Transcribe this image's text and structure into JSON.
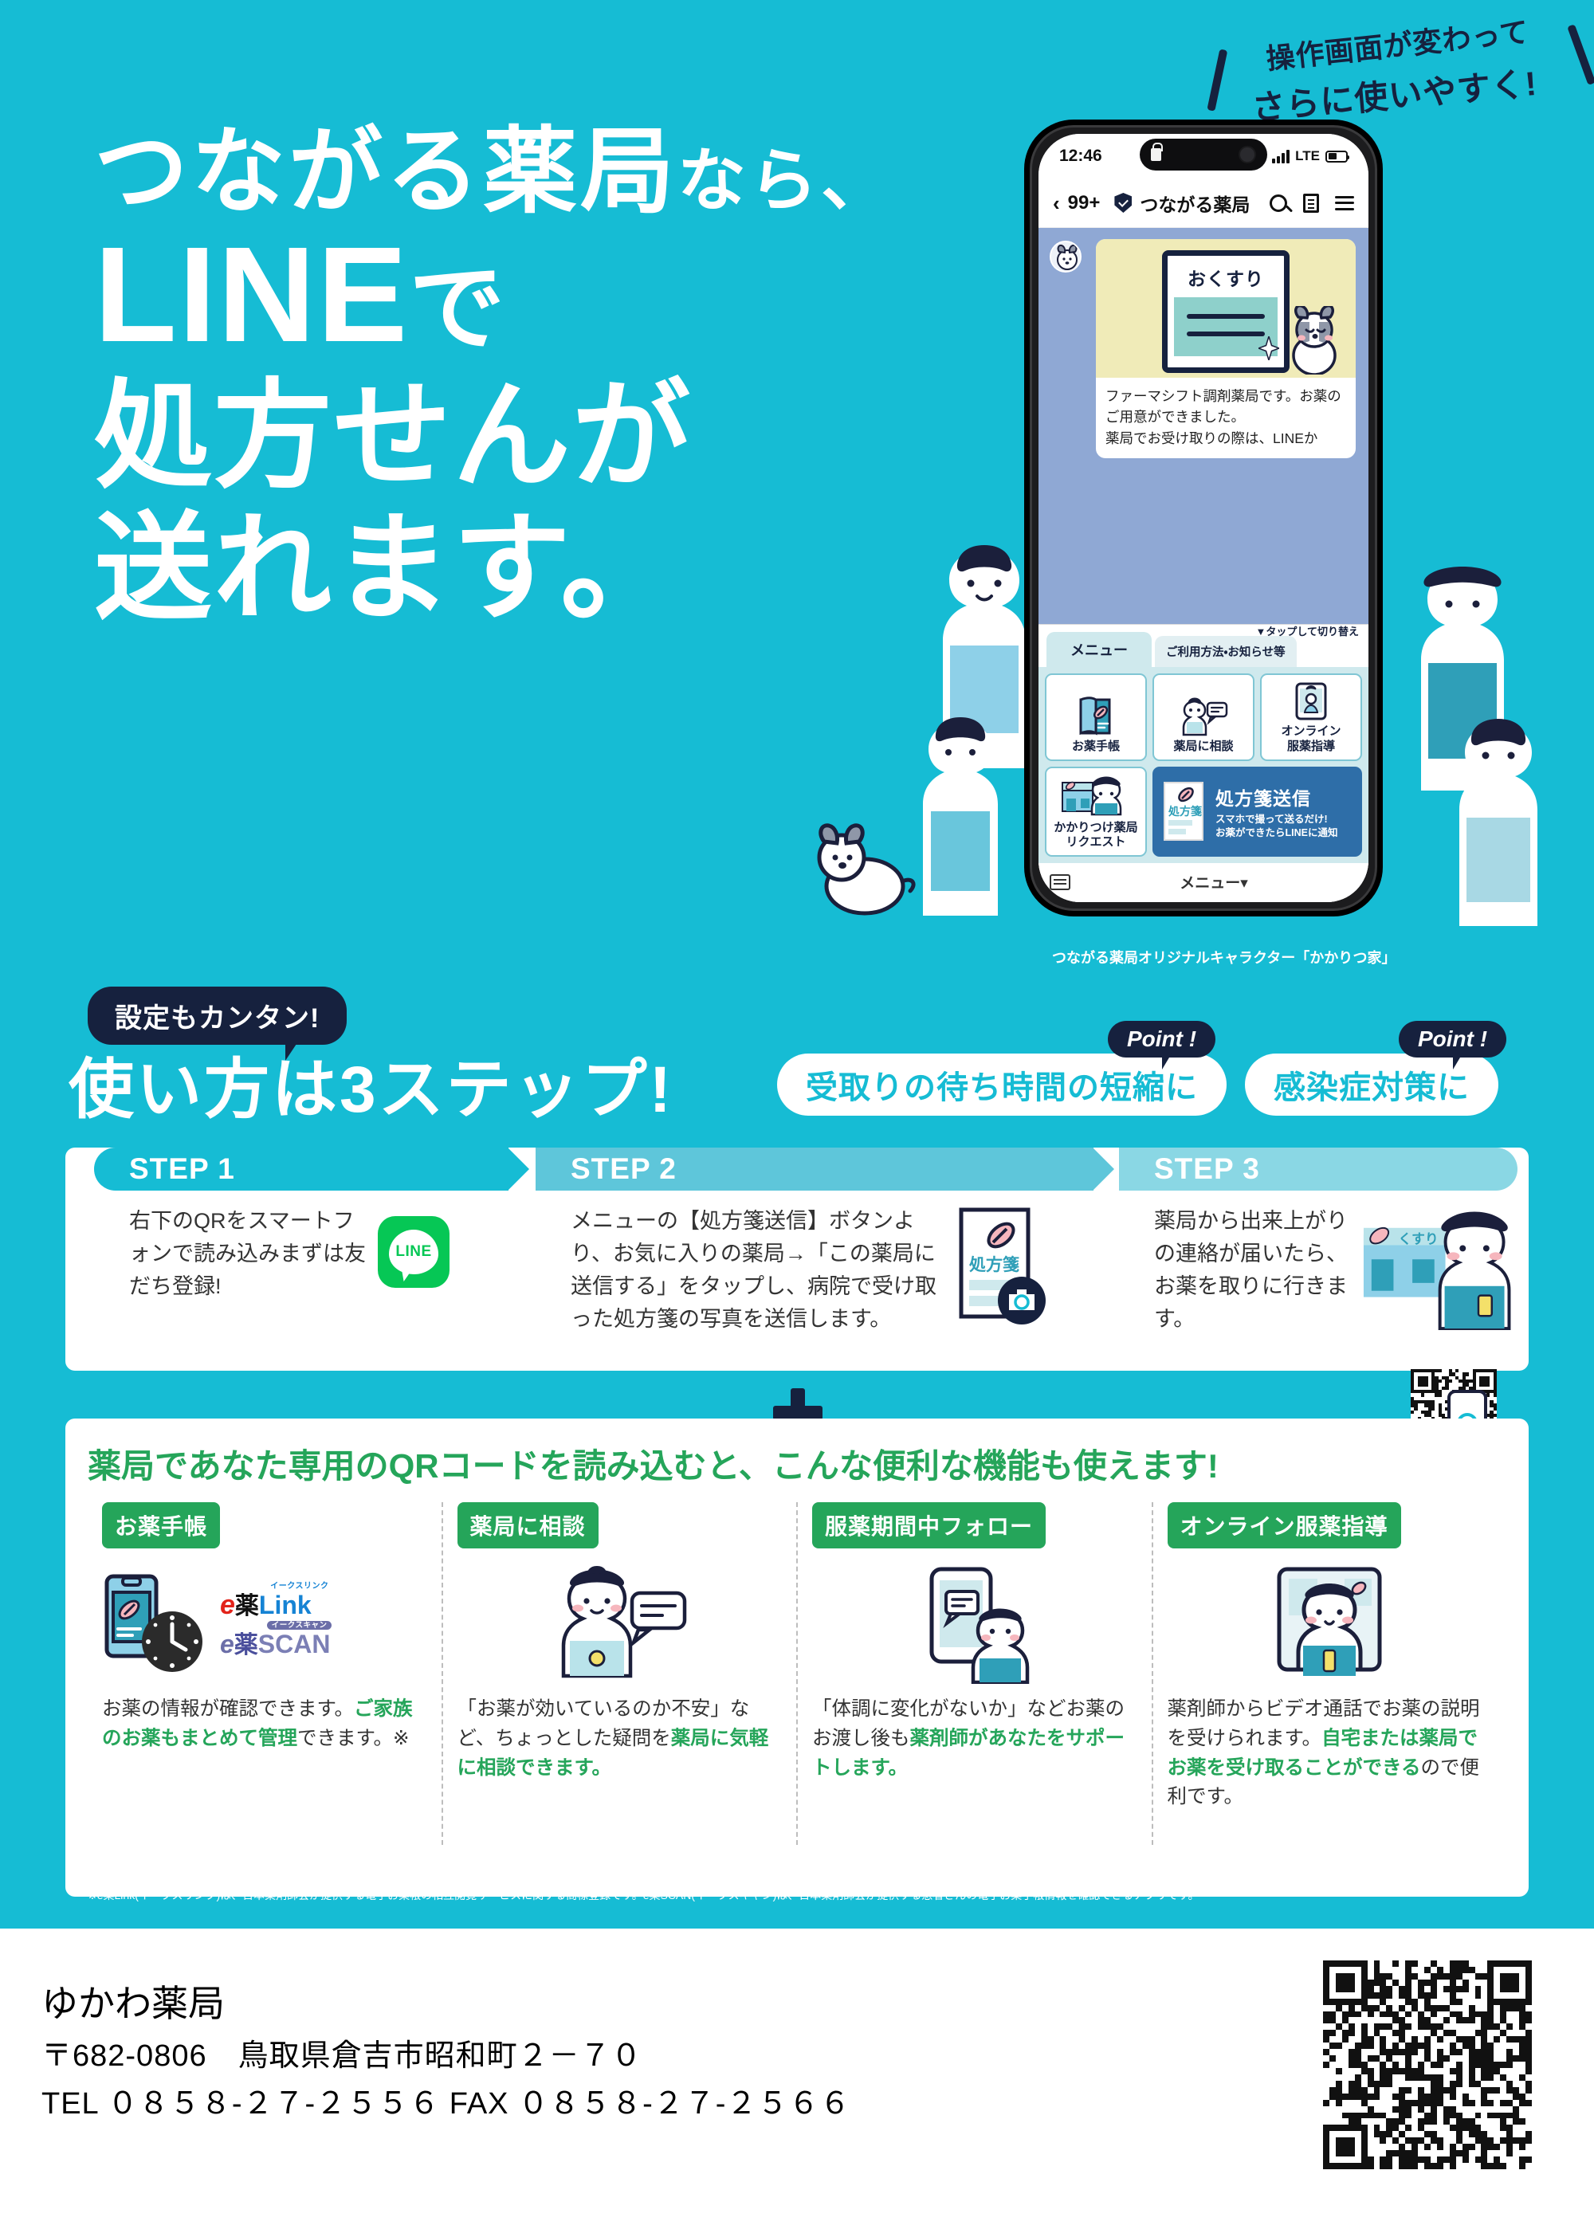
{
  "hero": {
    "tagline_line1": "操作画面が変わって",
    "tagline_line2": "さらに使いやすく!",
    "headline_line1_main": "つながる薬局",
    "headline_line1_suffix": "なら、",
    "headline_line2_main": "LINE",
    "headline_line2_kana": "で",
    "headline_line3": "処方せんが",
    "headline_line4": "送れます。",
    "character_caption": "つながる薬局オリジナルキャラクター「かかりつ家」"
  },
  "phone": {
    "status": {
      "time": "12:46",
      "network": "LTE"
    },
    "appbar": {
      "back": "‹",
      "unread": "99+",
      "title": "つながる薬局"
    },
    "chat": {
      "card_title": "おくすり",
      "message": "ファーマシフト調剤薬局です。お薬のご用意ができました。\n薬局でお受け取りの際は、LINEか"
    },
    "menu": {
      "hint": "▼タップして切り替え",
      "tab_active": "メニュー",
      "tab_alt": "ご利用方法・お知らせ等",
      "items": [
        {
          "label": "お薬手帳"
        },
        {
          "label": "薬局に相談"
        },
        {
          "label": "オンライン\n服薬指導"
        },
        {
          "label": "かかりつけ薬局\nリクエスト"
        }
      ],
      "featured": {
        "title": "処方箋送信",
        "sub_line1": "スマホで撮って送るだけ!",
        "sub_line2": "お薬ができたらLINEに通知",
        "doc_label": "処方箋"
      },
      "bottom_label": "メニュー▾"
    }
  },
  "steps_section": {
    "badge": "設定もカンタン!",
    "title": "使い方は3ステップ!",
    "points": [
      {
        "tag": "Point !",
        "label": "受取りの待ち時間の短縮に"
      },
      {
        "tag": "Point !",
        "label": "感染症対策に"
      }
    ],
    "steps": [
      {
        "header": "STEP 1",
        "text": "右下のQRをスマートフォンで読み込みまずは友だち登録!",
        "icon_label": "LINE"
      },
      {
        "header": "STEP 2",
        "text": "メニューの【処方箋送信】ボタンより、お気に入りの薬局→「この薬局に送信する」をタップし、病院で受け取った処方箋の写真を送信します。",
        "icon_label": "処方箋"
      },
      {
        "header": "STEP 3",
        "text": "薬局から出来上がりの連絡が届いたら、お薬を取りに行きます。",
        "icon_label": "くすり"
      }
    ]
  },
  "features_section": {
    "heading": "薬局であなた専用のQRコードを読み込むと、こんな便利な機能も使えます!",
    "cards": [
      {
        "title": "お薬手帳",
        "desc_plain_1": "お薬の情報が確認できます。",
        "desc_highlight": "ご家族のお薬もまとめて管理",
        "desc_plain_2": "できます。※",
        "logo_link": {
          "e": "e",
          "yaku": "薬",
          "link": "Link",
          "ruby": "イークスリンク"
        },
        "logo_scan": {
          "e": "e",
          "yaku": "薬",
          "scan": "SCAN",
          "ruby": "イークスキャン"
        }
      },
      {
        "title": "薬局に相談",
        "desc_plain_1": "「お薬が効いているのか不安」など、ちょっとした疑問を",
        "desc_highlight": "薬局に気軽に相談できます。",
        "desc_plain_2": ""
      },
      {
        "title": "服薬期間中フォロー",
        "desc_plain_1": "「体調に変化がないか」などお薬のお渡し後も",
        "desc_highlight": "薬剤師があなたをサポートします。",
        "desc_plain_2": ""
      },
      {
        "title": "オンライン服薬指導",
        "desc_plain_1": "薬剤師からビデオ通話でお薬の説明を受けられます。",
        "desc_highlight": "自宅または薬局でお薬を受け取ることができる",
        "desc_plain_2": "ので便利です。"
      }
    ],
    "footnote": "※e薬Link(イークスリンク)は、日本薬剤師会が提供する電子お薬帳の相互閲覧サービスに関する商標登録です。e薬SCAN(イークスキャン)は、日本薬剤師会が提供する患者さんの電子お薬手帳情報を確認できるアプリです。"
  },
  "footer": {
    "shop_name": "ゆかわ薬局",
    "address": "〒682-0806　鳥取県倉吉市昭和町２－７０",
    "contact": "TEL  ０８５８-２７-２５５６  FAX  ０８５８-２７-２５６６"
  },
  "colors": {
    "brand_cyan": "#16bcd4",
    "navy": "#16213e",
    "green": "#25a55a",
    "line_green": "#06c755",
    "featured_blue": "#2e6ea8"
  }
}
